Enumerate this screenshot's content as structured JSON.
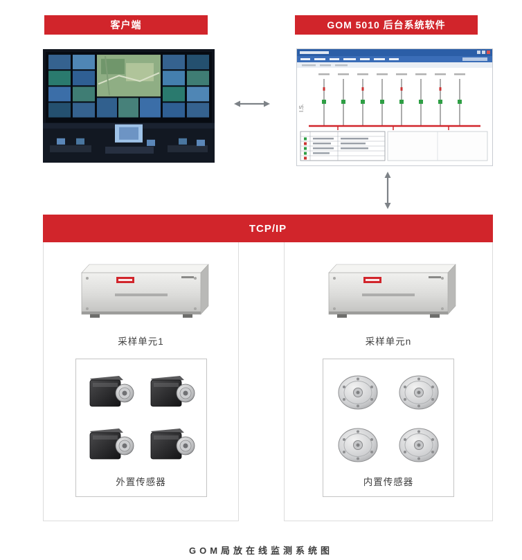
{
  "colors": {
    "accent_red": "#D1252B",
    "arrow_gray": "#7D8287"
  },
  "client": {
    "header": "客户端"
  },
  "software": {
    "header": "GOM 5010 后台系统软件",
    "screenshot_side_text": "I.S."
  },
  "network": {
    "label": "TCP/IP"
  },
  "sampling_units": {
    "left": {
      "device_label": "采样单元1",
      "sensor_label": "外置传感器"
    },
    "right": {
      "device_label": "采样单元n",
      "sensor_label": "内置传感器"
    }
  },
  "caption": "GOM局放在线监测系统图"
}
